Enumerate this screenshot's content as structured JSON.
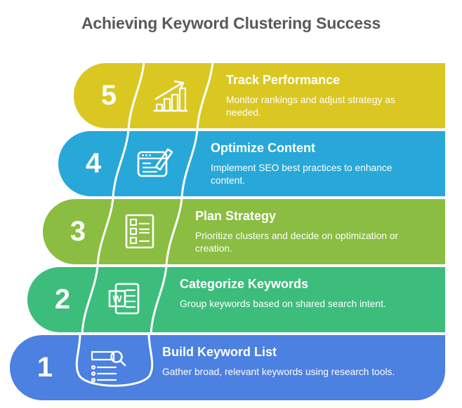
{
  "title": "Achieving Keyword Clustering Success",
  "colors": {
    "heading": "#58595b",
    "step_text": "#ffffff",
    "line_art": "#ffffff"
  },
  "steps": [
    {
      "number": "5",
      "title": "Track Performance",
      "description": "Monitor rankings and adjust strategy as\nneeded.",
      "color": "#dac722",
      "icon": "growth-chart-icon"
    },
    {
      "number": "4",
      "title": "Optimize Content",
      "description": "Implement SEO best practices to enhance\ncontent.",
      "color": "#27a8d8",
      "icon": "content-edit-icon"
    },
    {
      "number": "3",
      "title": "Plan Strategy",
      "description": "Prioritize clusters and decide on optimization or\ncreation.",
      "color": "#8abd41",
      "icon": "checklist-icon"
    },
    {
      "number": "2",
      "title": "Categorize Keywords",
      "description": "Group keywords based on shared search intent.",
      "color": "#3cbd7c",
      "icon": "word-document-icon"
    },
    {
      "number": "1",
      "title": "Build Keyword List",
      "description": "Gather broad, relevant keywords using research tools.",
      "color": "#4c80e1",
      "icon": "keyword-search-icon"
    }
  ]
}
